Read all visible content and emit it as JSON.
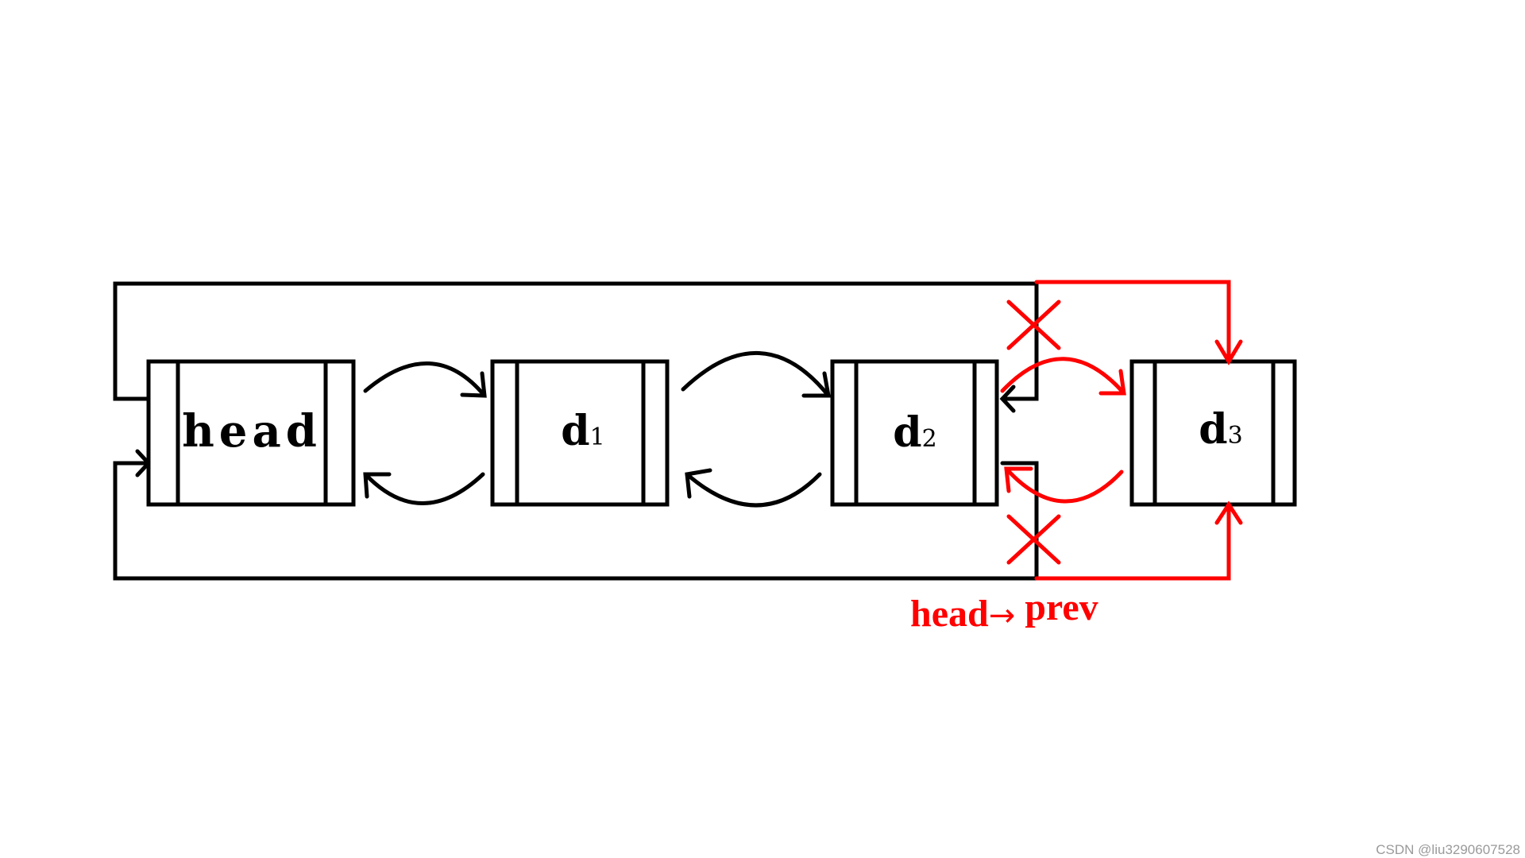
{
  "nodes": {
    "head": {
      "label": "head"
    },
    "d1": {
      "letter": "d",
      "sub": "1"
    },
    "d2": {
      "letter": "d",
      "sub": "2"
    },
    "d3": {
      "letter": "d",
      "sub": "3"
    }
  },
  "annotation": {
    "left": "head",
    "arrow": "→",
    "right": "prev"
  },
  "watermark": "CSDN @liu3290607528",
  "colors": {
    "line": "#000000",
    "highlight": "#ff0000",
    "watermark": "#9a9a9a"
  }
}
